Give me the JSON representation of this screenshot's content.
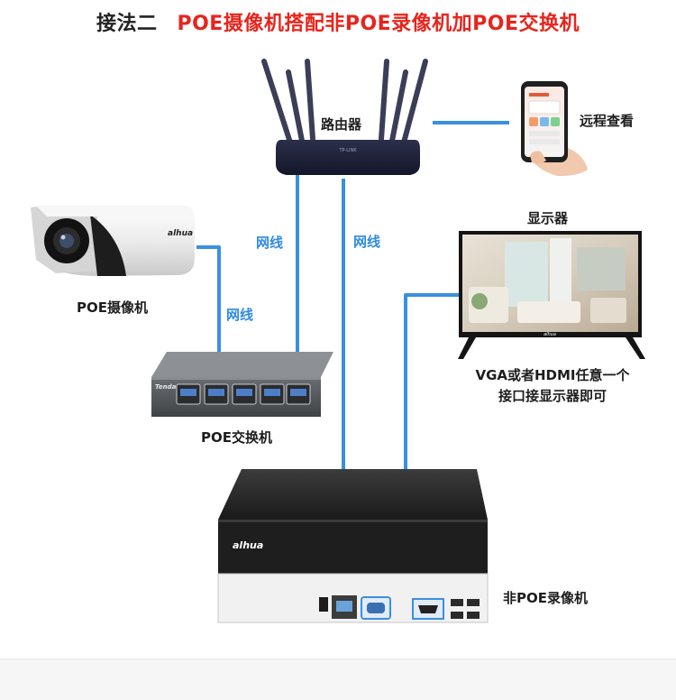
{
  "title": {
    "prefix": "接法二",
    "main": "POE摄像机搭配非POE录像机加POE交换机"
  },
  "devices": {
    "router": {
      "label": "路由器",
      "brand": "TP-LINK"
    },
    "phone": {
      "label": "远程查看"
    },
    "camera": {
      "label": "POE摄像机",
      "brand": "alhua"
    },
    "monitor": {
      "label": "显示器",
      "brand": "alhua",
      "note_line1": "VGA或者HDMI任意一个",
      "note_line2": "接口接显示器即可"
    },
    "switch": {
      "label": "POE交换机",
      "brand": "Tenda"
    },
    "nvr": {
      "label": "非POE录像机",
      "brand": "alhua"
    }
  },
  "cables": {
    "router_switch": "网线",
    "router_nvr": "网线",
    "camera_switch": "网线"
  },
  "colors": {
    "accent_red": "#e8241c",
    "cable_blue": "#3b8fe0"
  }
}
